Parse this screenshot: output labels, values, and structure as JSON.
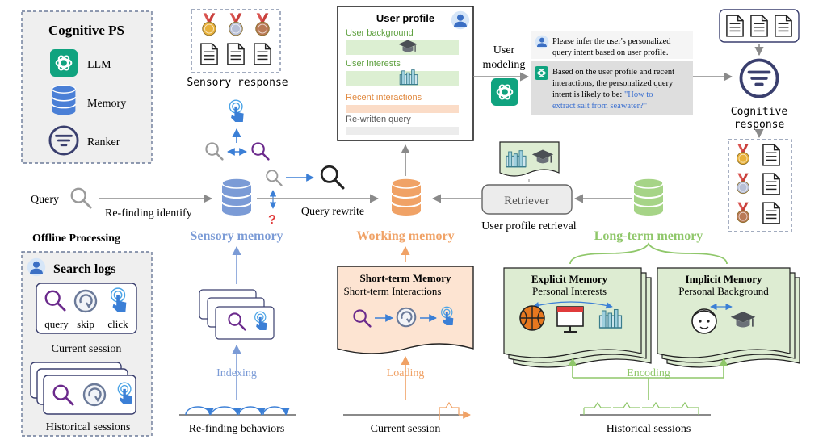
{
  "cognitive_ps": {
    "title": "Cognitive PS",
    "items": [
      {
        "label": "LLM",
        "icon": "openai-logo-icon"
      },
      {
        "label": "Memory",
        "icon": "database-icon"
      },
      {
        "label": "Ranker",
        "icon": "filter-icon"
      }
    ]
  },
  "offline": {
    "label": "Offline Processing",
    "search_logs_title": "Search logs",
    "actions": [
      "query",
      "skip",
      "click"
    ],
    "current_session": "Current session",
    "historical_sessions": "Historical sessions"
  },
  "sensory": {
    "response_label": "Sensory response",
    "title": "Sensory memory",
    "query_label": "Query",
    "refinding_label": "Re-finding identify",
    "indexing_label": "Indexing",
    "refinding_behaviors": "Re-finding behaviors"
  },
  "working": {
    "title": "Working memory",
    "query_rewrite": "Query rewrite",
    "stm_title": "Short-term Memory",
    "stm_subtitle": "Short-term Interactions",
    "loading": "Loading",
    "current_session": "Current session"
  },
  "user_profile": {
    "title": "User profile",
    "fields": [
      "User background",
      "User interests",
      "Recent interactions",
      "Re-written query"
    ]
  },
  "modeling": {
    "label_line1": "User",
    "label_line2": "modeling",
    "prompt": [
      "Please infer the user's personalized",
      "query intent based on user profile."
    ],
    "response": [
      "Based on the user profile and recent",
      "interactions, the personalized query",
      "intent is likely to be: "
    ],
    "response_highlight": [
      "\"How to",
      "extract salt from seawater?\""
    ]
  },
  "retriever": {
    "label": "Retriever",
    "caption": "User profile retrieval"
  },
  "longterm": {
    "title": "Long-term memory",
    "explicit_title": "Explicit Memory",
    "explicit_subtitle": "Personal Interests",
    "implicit_title": "Implicit Memory",
    "implicit_subtitle": "Personal Background",
    "encoding": "Encoding",
    "historical_sessions": "Historical sessions"
  },
  "cognitive_response": {
    "line1": "Cognitive",
    "line2": "response"
  },
  "colors": {
    "sensory": "#7b9bd6",
    "working": "#f0a266",
    "longterm": "#8fc76a",
    "accent_blue": "#3b7fd6",
    "highlight_text": "#3a6fd0",
    "grey_panel": "#ececec"
  }
}
